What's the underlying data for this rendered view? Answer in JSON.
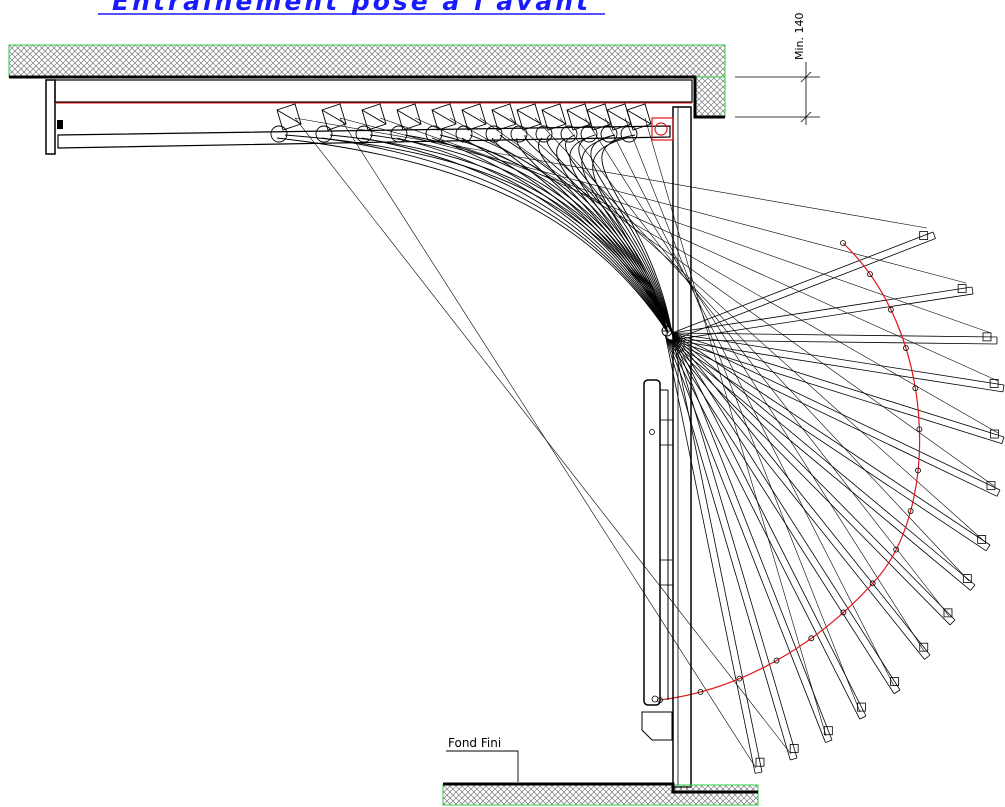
{
  "drawing": {
    "title": "Entraînement posé à l'avant",
    "floor_label": "Fond Fini",
    "dimension_label": "Min. 140"
  },
  "colors": {
    "title": "#1a1aff",
    "lines": "#000000",
    "trajectory": "#e01818",
    "hatch": "#7a7a7a",
    "hatch_border": "#2ecc40"
  }
}
